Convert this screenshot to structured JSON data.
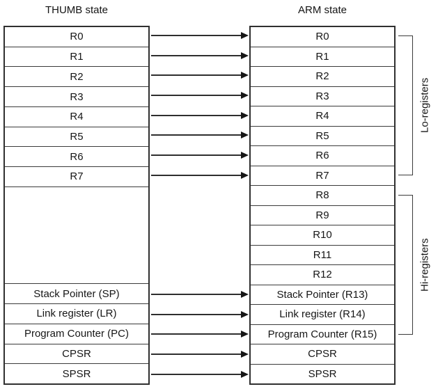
{
  "left_column": {
    "title": "THUMB state",
    "registers": [
      "R0",
      "R1",
      "R2",
      "R3",
      "R4",
      "R5",
      "R6",
      "R7"
    ],
    "special": [
      "Stack Pointer (SP)",
      "Link register (LR)",
      "Program Counter (PC)",
      "CPSR",
      "SPSR"
    ]
  },
  "right_column": {
    "title": "ARM state",
    "registers": [
      "R0",
      "R1",
      "R2",
      "R3",
      "R4",
      "R5",
      "R6",
      "R7",
      "R8",
      "R9",
      "R10",
      "R11",
      "R12",
      "Stack Pointer (R13)",
      "Link register (R14)",
      "Program Counter (R15)",
      "CPSR",
      "SPSR"
    ]
  },
  "annotations": {
    "lo_registers": "Lo-registers",
    "hi_registers": "Hi-registers"
  },
  "connections": [
    {
      "from": "R0",
      "to": "R0"
    },
    {
      "from": "R1",
      "to": "R1"
    },
    {
      "from": "R2",
      "to": "R2"
    },
    {
      "from": "R3",
      "to": "R3"
    },
    {
      "from": "R4",
      "to": "R4"
    },
    {
      "from": "R5",
      "to": "R5"
    },
    {
      "from": "R6",
      "to": "R6"
    },
    {
      "from": "R7",
      "to": "R7"
    },
    {
      "from": "Stack Pointer (SP)",
      "to": "Stack Pointer (R13)"
    },
    {
      "from": "Link register (LR)",
      "to": "Link register (R14)"
    },
    {
      "from": "Program Counter (PC)",
      "to": "Program Counter (R15)"
    },
    {
      "from": "CPSR",
      "to": "CPSR"
    },
    {
      "from": "SPSR",
      "to": "SPSR"
    }
  ],
  "colors": {
    "background": "#ffffff",
    "line": "#2f2f2f",
    "text": "#161616"
  }
}
